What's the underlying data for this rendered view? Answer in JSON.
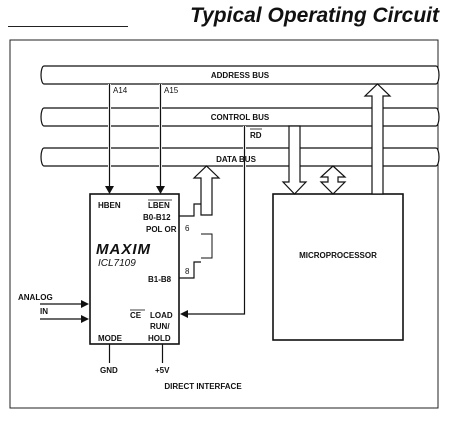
{
  "title": "Typical Operating Circuit",
  "buses": {
    "address": "ADDRESS BUS",
    "control": "CONTROL BUS",
    "data": "DATA BUS"
  },
  "signals": {
    "a14": "A14",
    "a15": "A15",
    "rd": "RD",
    "hben": "HBEN",
    "lben": "LBEN",
    "b0_b12": "B0-B12",
    "pol_or": "POL OR",
    "num_6": "6",
    "num_8": "8",
    "b1_b8": "B1-B8",
    "ce_load_ce": "CE",
    "ce_load_load": "LOAD",
    "run": "RUN/",
    "hold": "HOLD",
    "mode": "MODE",
    "analog": "ANALOG",
    "in": "IN",
    "gnd": "GND",
    "plus5v": "+5V"
  },
  "chip": {
    "logo": "MAXIM",
    "part": "ICL7109"
  },
  "microprocessor": "MICROPROCESSOR",
  "caption": "DIRECT INTERFACE"
}
